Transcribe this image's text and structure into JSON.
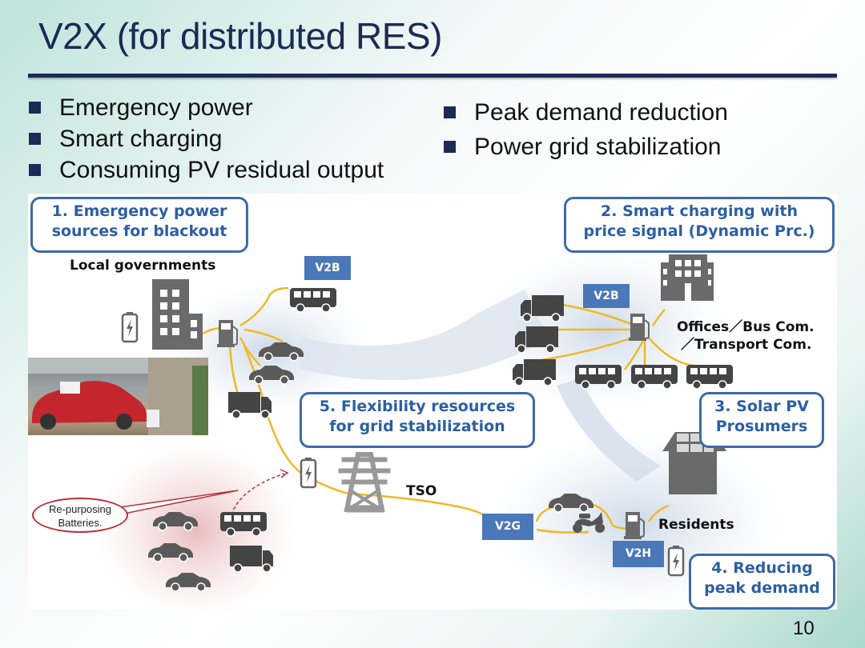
{
  "slide": {
    "title": "V2X (for distributed RES)",
    "page_number": "10",
    "bullets_left": [
      "Emergency power",
      "Smart charging",
      "Consuming PV residual output"
    ],
    "bullets_right": [
      "Peak demand reduction",
      "Power grid stabilization"
    ]
  },
  "diagram": {
    "callouts": {
      "c1_line1": "1. Emergency power",
      "c1_line2": "sources for blackout",
      "c2_line1": "2. Smart charging with",
      "c2_line2": "price signal (Dynamic Prc.)",
      "c3_line1": "3. Solar PV",
      "c3_line2": "Prosumers",
      "c4_line1": "4. Reducing",
      "c4_line2": "peak demand",
      "c5_line1": "5. Flexibility resources",
      "c5_line2": "for grid stabilization"
    },
    "tags": {
      "v2b_left": "V2B",
      "v2b_right": "V2B",
      "v2g": "V2G",
      "v2h": "V2H"
    },
    "labels": {
      "local_governments": "Local  governments",
      "offices_line1": "Offices／Bus Com.",
      "offices_line2": "／Transport Com.",
      "tso": "TSO",
      "residents": "Residents"
    },
    "bubble": {
      "line1": "Re-purposing",
      "line2": "Batteries."
    },
    "colors": {
      "callout_border": "#3d6aa8",
      "callout_text": "#2c5fa3",
      "tag_bg": "#4a78b8",
      "cable": "#f0b823",
      "icon": "#5a5a5a",
      "title": "#1c2a55",
      "bubble_border": "#b8323a"
    }
  }
}
